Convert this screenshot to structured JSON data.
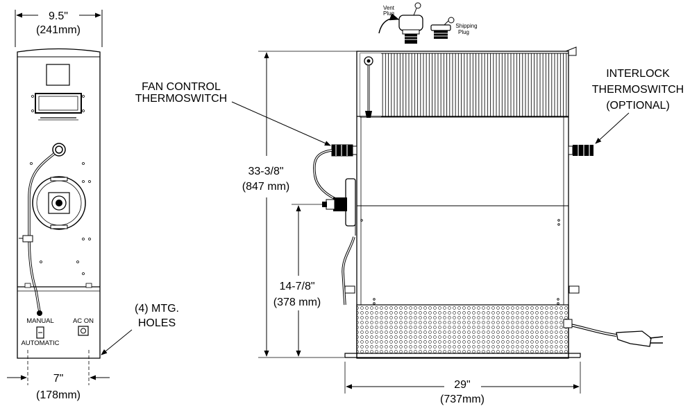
{
  "front_view": {
    "width_top_in": "9.5\"",
    "width_top_mm": "(241mm)",
    "hole_spacing_in": "7\"",
    "hole_spacing_mm": "(178mm)",
    "switch_top_label": "MANUAL",
    "switch_bottom_label": "AUTOMATIC",
    "indicator_label": "AC ON"
  },
  "side_view": {
    "height_in": "33-3/8\"",
    "height_mm": "(847 mm)",
    "connector_height_in": "14-7/8\"",
    "connector_height_mm": "(378 mm)",
    "width_in": "29\"",
    "width_mm": "(737mm)",
    "vent_plug_label_1": "Vent",
    "vent_plug_label_2": "Plug",
    "shipping_plug_label_1": "Shipping",
    "shipping_plug_label_2": "Plug"
  },
  "callouts": {
    "fan_control_1": "FAN CONTROL",
    "fan_control_2": "THERMOSWITCH",
    "interlock_1": "INTERLOCK",
    "interlock_2": "THERMOSWITCH",
    "interlock_3": "(OPTIONAL)",
    "holes_1": "(4) MTG.",
    "holes_2": "HOLES"
  }
}
